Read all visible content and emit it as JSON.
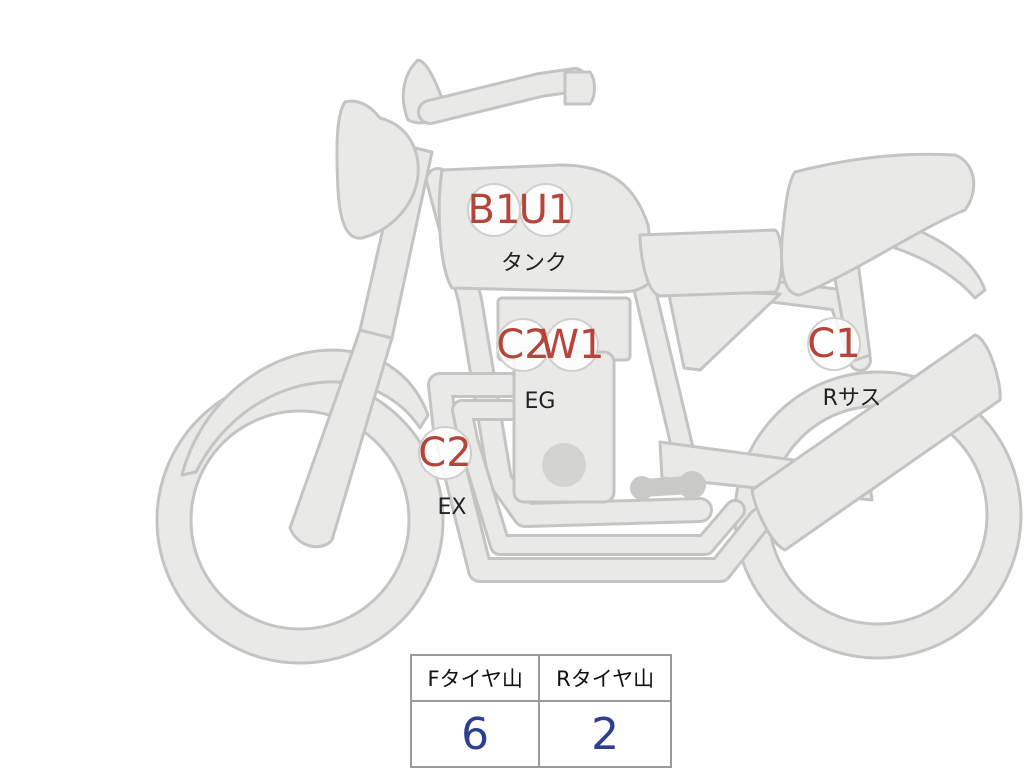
{
  "badges": [
    {
      "id": "b1",
      "code": "B1",
      "label": ""
    },
    {
      "id": "u1",
      "code": "U1",
      "label": "タンク"
    },
    {
      "id": "c2-eg",
      "code": "C2",
      "label": ""
    },
    {
      "id": "w1",
      "code": "W1",
      "label": "EG"
    },
    {
      "id": "c1",
      "code": "C1",
      "label": "Rサス"
    },
    {
      "id": "c2-ex",
      "code": "C2",
      "label": "EX"
    }
  ],
  "tire_table": {
    "headers": [
      "Fタイヤ山",
      "Rタイヤ山"
    ],
    "values": [
      "6",
      "2"
    ]
  },
  "colors": {
    "part_fill": "#e9e9e7",
    "part_outline": "#c4c4c2",
    "code_text": "#b5443a",
    "value_text": "#2e3f8f"
  }
}
